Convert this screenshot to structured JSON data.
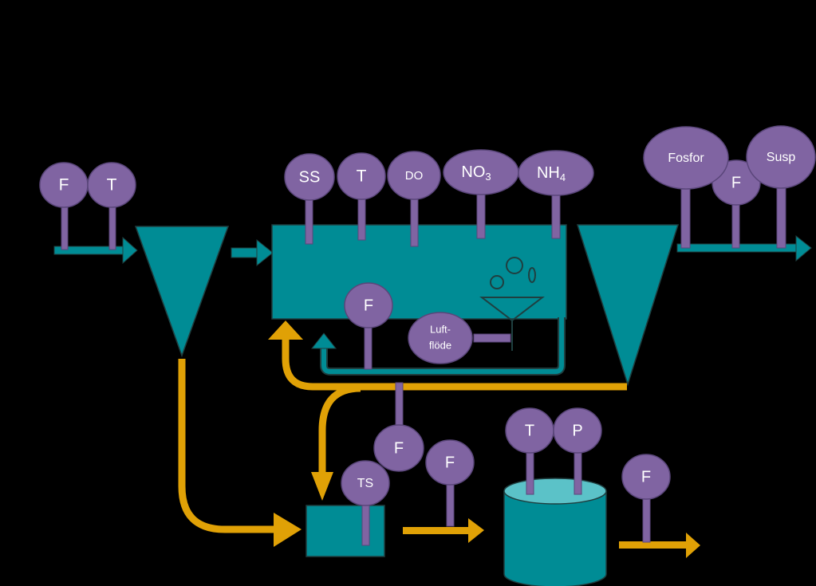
{
  "colors": {
    "background": "#000000",
    "teal": "#008C95",
    "teal_light": "#5BC2C8",
    "sensor": "#8064A2",
    "sensor_border": "#5A467A",
    "gold": "#E0A106",
    "stroke": "#1F3F40"
  },
  "labels": {
    "inlet_flow": "F",
    "inlet_temp": "T",
    "aer_ss": "SS",
    "aer_temp": "T",
    "aer_do": "DO",
    "aer_no3_base": "NO",
    "aer_no3_sub": "3",
    "aer_nh4_base": "NH",
    "aer_nh4_sub": "4",
    "out_fosfor": "Fosfor",
    "out_flow": "F",
    "out_susp": "Susp",
    "recirc_flow": "F",
    "air_flow_line1": "Luft-",
    "air_flow_line2": "flöde",
    "sludge_flow": "F",
    "thick_ts": "TS",
    "thick_out_flow": "F",
    "digester_temp": "T",
    "digester_pressure": "P",
    "digester_out_flow": "F"
  }
}
